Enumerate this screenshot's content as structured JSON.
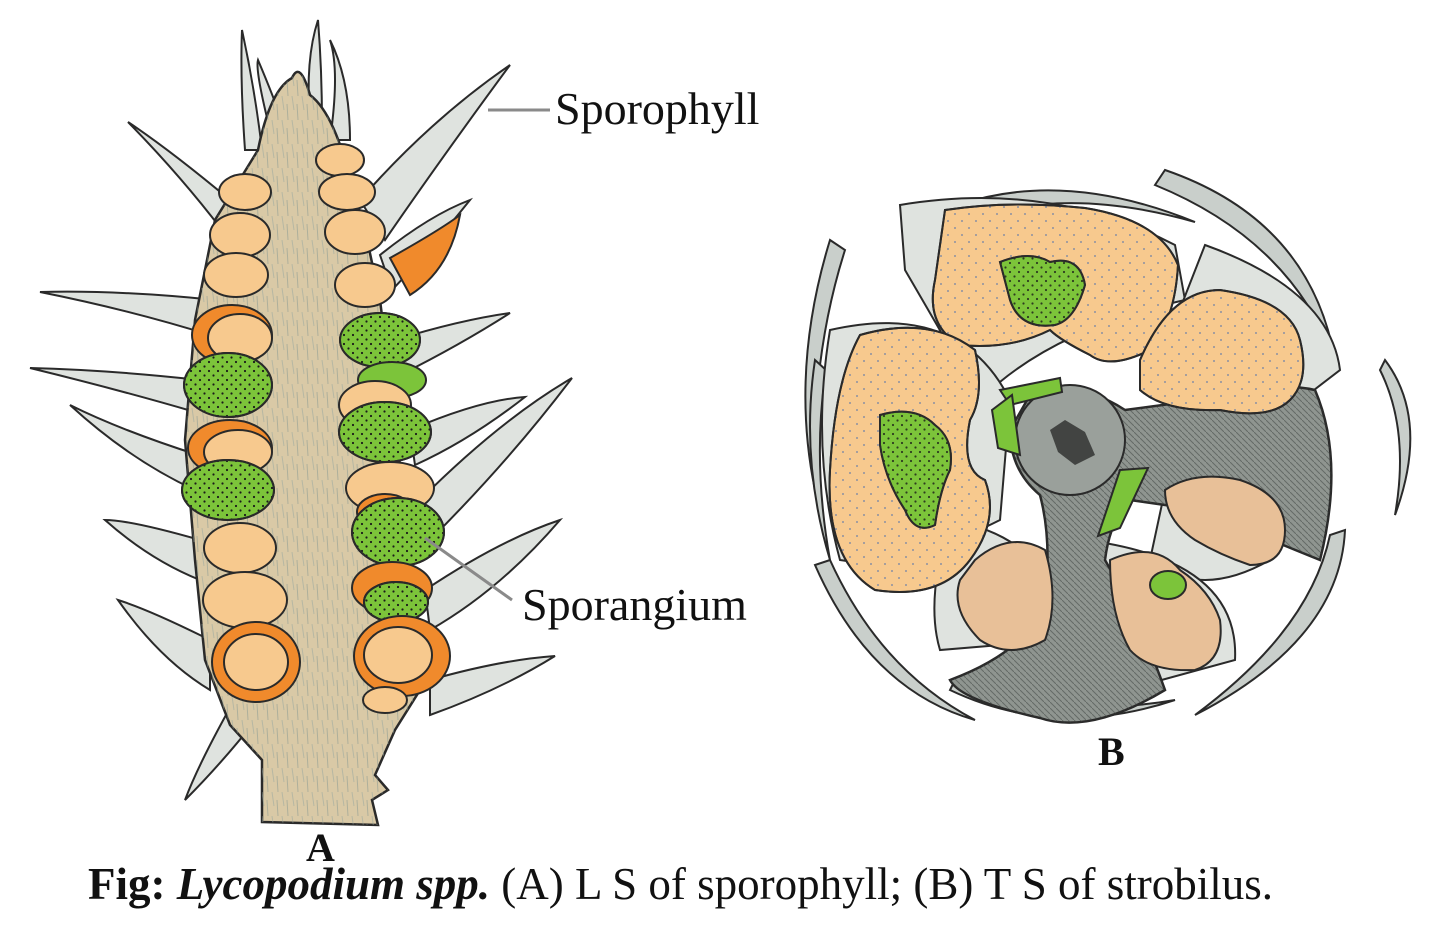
{
  "labels": {
    "sporophyll": "Sporophyll",
    "sporangium": "Sporangium",
    "panel_a": "A",
    "panel_b": "B"
  },
  "caption": {
    "prefix": "Fig:",
    "genus": "Lycopodium spp.",
    "rest": "(A) L S of sporophyll; (B) T S of strobilus."
  },
  "colors": {
    "stem": "#d9c9a6",
    "sporophyll": "#dfe3df",
    "sporangium_empty": "#f7c98e",
    "sporangium_fertile": "#7cc43a",
    "sporangium_wall": "#f08a2c",
    "axis_ts": "#8f9590",
    "outline": "#2a2a2a"
  }
}
